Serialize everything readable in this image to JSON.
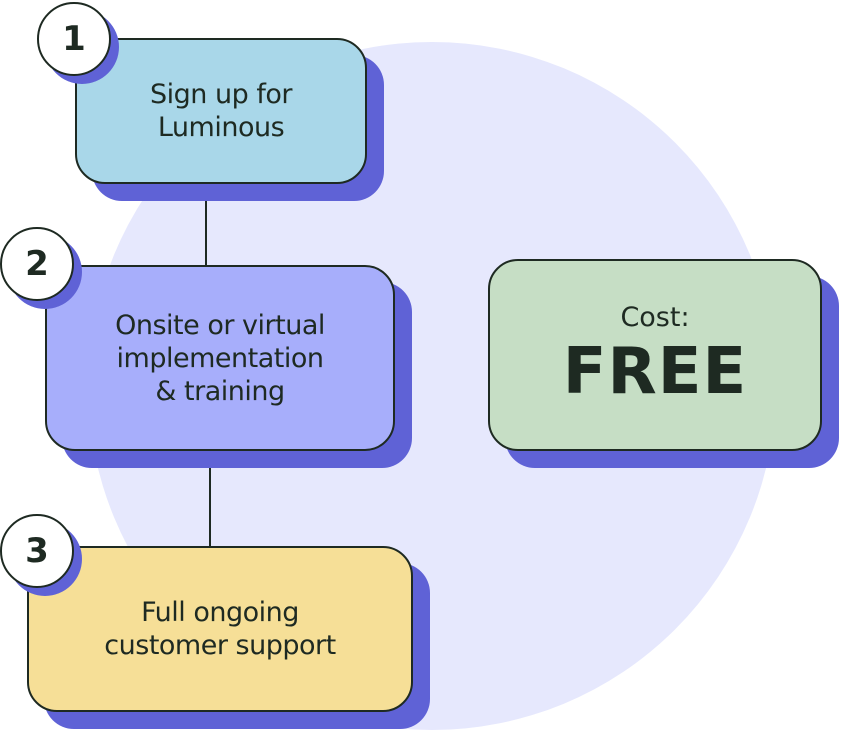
{
  "steps": [
    {
      "number": "1",
      "label": "Sign up for\nLuminous",
      "color": "#a9d7e9"
    },
    {
      "number": "2",
      "label": "Onsite or virtual\nimplementation\n& training",
      "color": "#a7aefb"
    },
    {
      "number": "3",
      "label": "Full ongoing\ncustomer support",
      "color": "#f6df97"
    }
  ],
  "cost": {
    "label": "Cost:",
    "value": "FREE",
    "color": "#c6dec5"
  },
  "colors": {
    "shadow": "#5f62d6",
    "background_circle": "#e6e8fd",
    "outline": "#1e2a22"
  }
}
